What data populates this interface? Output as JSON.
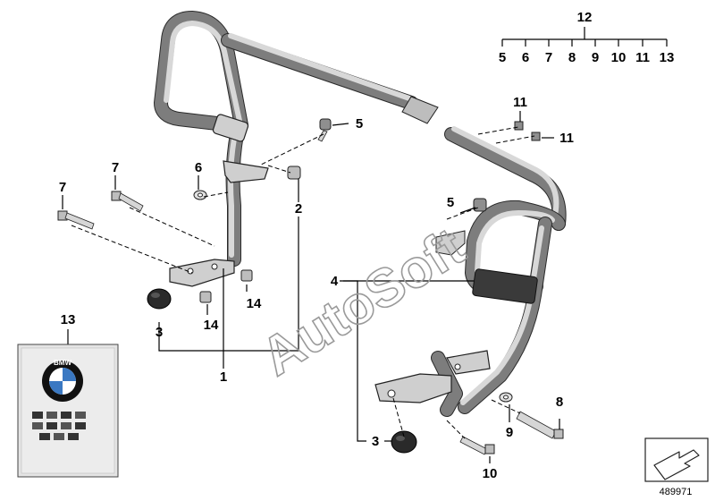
{
  "diagram_id": "489971",
  "watermark": "AutoSoft",
  "callouts": {
    "c1": "1",
    "c2": "2",
    "c3a": "3",
    "c3b": "3",
    "c4": "4",
    "c5a": "5",
    "c5b": "5",
    "c6": "6",
    "c7a": "7",
    "c7b": "7",
    "c8": "8",
    "c9": "9",
    "c10": "10",
    "c11a": "11",
    "c11b": "11",
    "c12": "12",
    "c13": "13",
    "c14a": "14",
    "c14b": "14"
  },
  "kit_legend": {
    "title": "12",
    "items": [
      "5",
      "6",
      "7",
      "8",
      "9",
      "10",
      "11",
      "13"
    ]
  },
  "manual_booklet": {
    "brand": "BMW"
  }
}
